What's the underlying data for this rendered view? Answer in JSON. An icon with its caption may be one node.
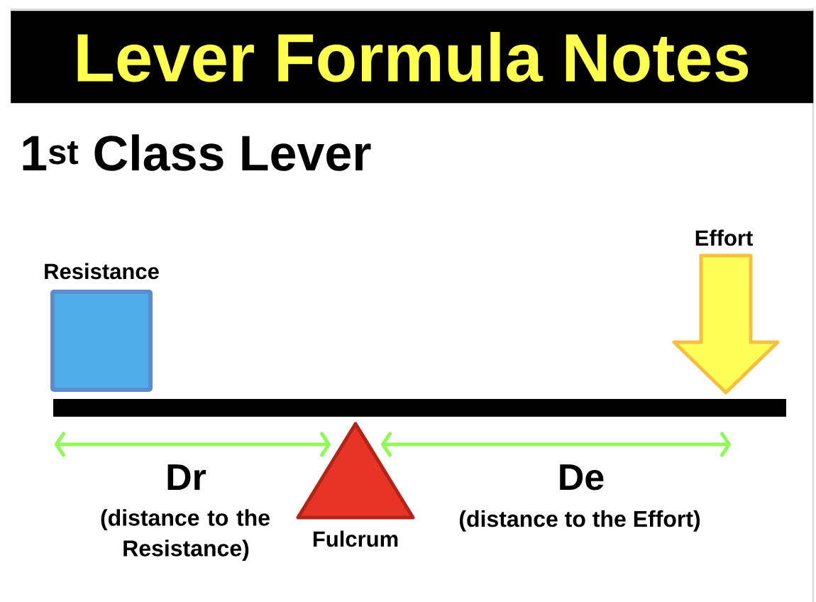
{
  "diagram": {
    "title": "Lever Formula Notes",
    "nodes": [
      {
        "text": [
          "Resistance"
        ]
      },
      {
        "text": [
          "Effort"
        ]
      },
      {
        "text": [],
        "shape": "bar"
      },
      {
        "text": [
          "Fulcrum"
        ]
      }
    ],
    "labels": [
      "1$^{st}$ Class Lever",
      "Dr",
      "(distance to the Resistance)",
      "De",
      "(distance to the Effort)"
    ]
  }
}
